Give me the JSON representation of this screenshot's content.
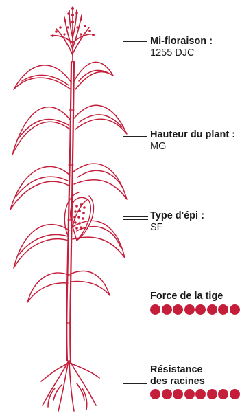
{
  "accent_color": "#c41e3a",
  "illustration": {
    "icon": "corn-plant-icon"
  },
  "traits": {
    "flowering": {
      "title": "Mi-floraison :",
      "value": "1255 DJC"
    },
    "height": {
      "title": "Hauteur du plant :",
      "value": "MG"
    },
    "ear_type": {
      "title": "Type d'épi :",
      "value": "SF"
    },
    "stalk_strength": {
      "title": "Force de la tige",
      "rating": 8,
      "rating_max": 8
    },
    "root_resistance": {
      "title_line1": "Résistance",
      "title_line2": "des racines",
      "rating": 8,
      "rating_max": 8
    }
  }
}
